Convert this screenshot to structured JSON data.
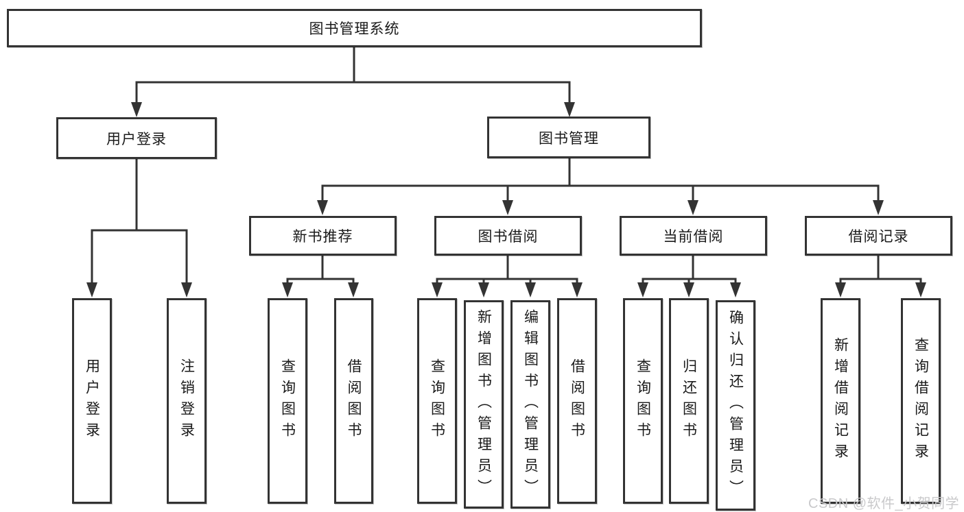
{
  "diagram": {
    "root": {
      "label": "图书管理系统"
    },
    "branches": [
      {
        "label": "用户登录",
        "children": [
          "用户登录",
          "注销登录"
        ]
      },
      {
        "label": "图书管理",
        "modules": [
          {
            "label": "新书推荐",
            "children": [
              "查询图书",
              "借阅图书"
            ]
          },
          {
            "label": "图书借阅",
            "children": [
              "查询图书",
              "新增图书（管理员）",
              "编辑图书（管理员）",
              "借阅图书"
            ]
          },
          {
            "label": "当前借阅",
            "children": [
              "查询图书",
              "归还图书",
              "确认归还（管理员）"
            ]
          },
          {
            "label": "借阅记录",
            "children": [
              "新增借阅记录",
              "查询借阅记录"
            ]
          }
        ]
      }
    ]
  },
  "watermark": "CSDN @软件_小贺同学",
  "colors": {
    "line": "#333333",
    "box_border": "#333333",
    "box_fill": "#ffffff",
    "text": "#1a1a1a",
    "watermark": "#c9c9cb",
    "background": "#ffffff"
  }
}
